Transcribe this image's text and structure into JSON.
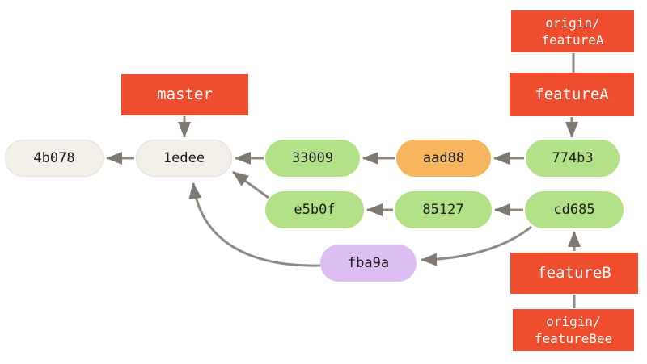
{
  "diagram": {
    "type": "git-commit-graph",
    "colors": {
      "background": "#ffffff",
      "branch_label_fill": "#ee4d2e",
      "branch_label_text": "#ffffff",
      "commit_default_fill": "#f2f0e9",
      "commit_green_fill": "#b3e187",
      "commit_orange_fill": "#f7b55e",
      "commit_purple_fill": "#ddbef3",
      "commit_text": "#1b1b1b",
      "edge_stroke": "#8f8982",
      "arrowhead_fill": "#7f7972"
    },
    "branch_labels": {
      "origin_featurea": {
        "line1": "origin/",
        "line2": "featureA"
      },
      "featurea": {
        "label": "featureA"
      },
      "master": {
        "label": "master"
      },
      "featureb": {
        "label": "featureB"
      },
      "origin_featurebee": {
        "line1": "origin/",
        "line2": "featureBee"
      }
    },
    "commits": {
      "c4b078": {
        "hash": "4b078",
        "color": "default"
      },
      "c1edee": {
        "hash": "1edee",
        "color": "default"
      },
      "c33009": {
        "hash": "33009",
        "color": "green"
      },
      "caad88": {
        "hash": "aad88",
        "color": "orange"
      },
      "c774b3": {
        "hash": "774b3",
        "color": "green"
      },
      "ce5b0f": {
        "hash": "e5b0f",
        "color": "green"
      },
      "c85127": {
        "hash": "85127",
        "color": "green"
      },
      "ccd685": {
        "hash": "cd685",
        "color": "green"
      },
      "cfba9a": {
        "hash": "fba9a",
        "color": "purple"
      }
    },
    "edges": [
      {
        "from": "master",
        "to": "1edee",
        "style": "arrow"
      },
      {
        "from": "origin/featureA",
        "to": "featureA",
        "style": "line"
      },
      {
        "from": "featureA",
        "to": "774b3",
        "style": "arrow"
      },
      {
        "from": "featureB",
        "to": "cd685",
        "style": "arrow"
      },
      {
        "from": "origin/featureBee",
        "to": "featureB",
        "style": "line"
      },
      {
        "from": "1edee",
        "to": "4b078",
        "style": "arrow"
      },
      {
        "from": "33009",
        "to": "1edee",
        "style": "arrow"
      },
      {
        "from": "aad88",
        "to": "33009",
        "style": "arrow"
      },
      {
        "from": "774b3",
        "to": "aad88",
        "style": "arrow"
      },
      {
        "from": "85127",
        "to": "e5b0f",
        "style": "arrow"
      },
      {
        "from": "cd685",
        "to": "85127",
        "style": "arrow"
      },
      {
        "from": "e5b0f",
        "to": "1edee",
        "style": "arrow"
      },
      {
        "from": "fba9a",
        "to": "1edee",
        "style": "arrow"
      },
      {
        "from": "cd685",
        "to": "fba9a",
        "style": "arrow"
      }
    ]
  }
}
